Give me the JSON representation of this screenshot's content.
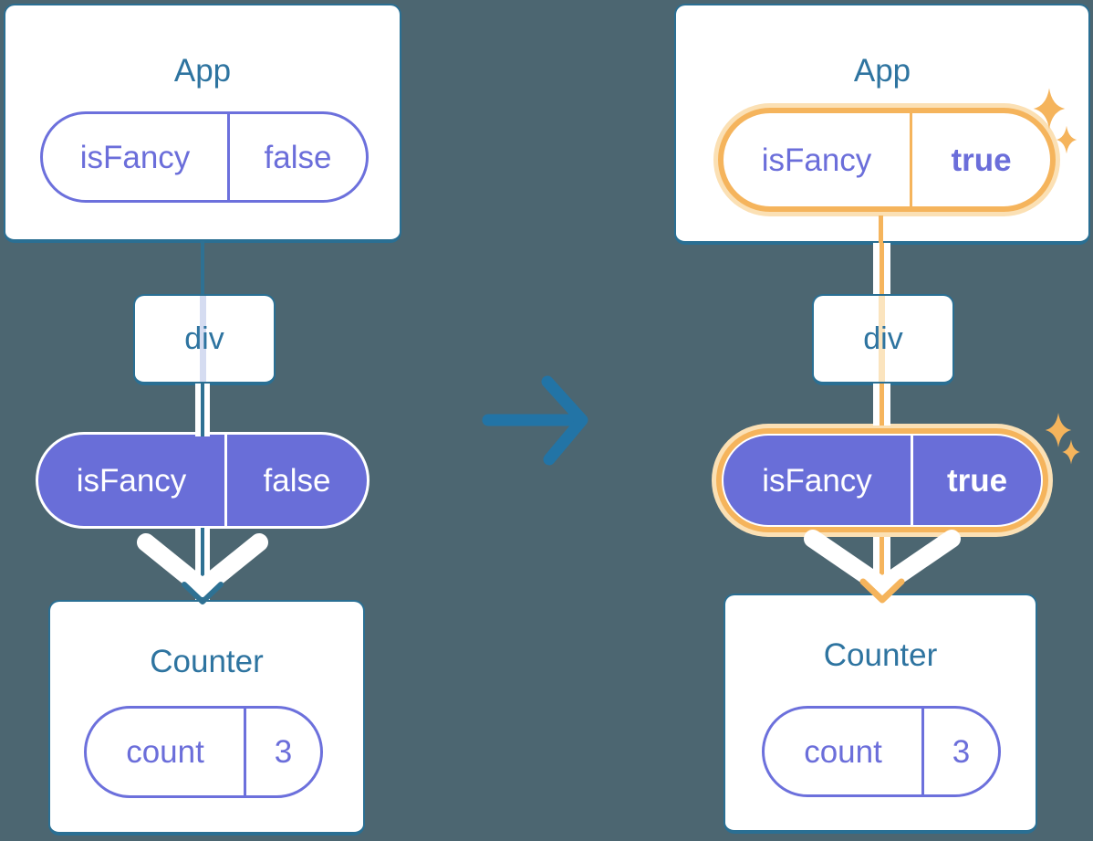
{
  "diagram_title": "component-tree-state-transition",
  "trees": [
    {
      "id": "before",
      "app": {
        "title": "App",
        "state_pill": {
          "key": "isFancy",
          "value": "false",
          "highlighted": false
        }
      },
      "div_label": "div",
      "prop_pill": {
        "key": "isFancy",
        "value": "false",
        "highlighted": false
      },
      "counter": {
        "title": "Counter",
        "state_pill": {
          "key": "count",
          "value": "3"
        }
      }
    },
    {
      "id": "after",
      "app": {
        "title": "App",
        "state_pill": {
          "key": "isFancy",
          "value": "true",
          "highlighted": true
        }
      },
      "div_label": "div",
      "prop_pill": {
        "key": "isFancy",
        "value": "true",
        "highlighted": true
      },
      "counter": {
        "title": "Counter",
        "state_pill": {
          "key": "count",
          "value": "3"
        }
      }
    }
  ],
  "icons": {
    "transition_arrow": "right-arrow-icon",
    "flow_arrowhead": "chevron-down-icon",
    "sparkle": "sparkle-icon"
  },
  "colors": {
    "background": "#4C6671",
    "card_border": "#2A6F93",
    "title_text": "#2E74A0",
    "purple_fill": "#696ED8",
    "purple_outline": "#6C70DC",
    "highlight_orange": "#F5B45C",
    "highlight_orange_glow": "#FBE0B4",
    "transition_arrow_blue": "#2274A6",
    "flow_line_teal": "#2E7193",
    "white": "#FFFFFF"
  }
}
